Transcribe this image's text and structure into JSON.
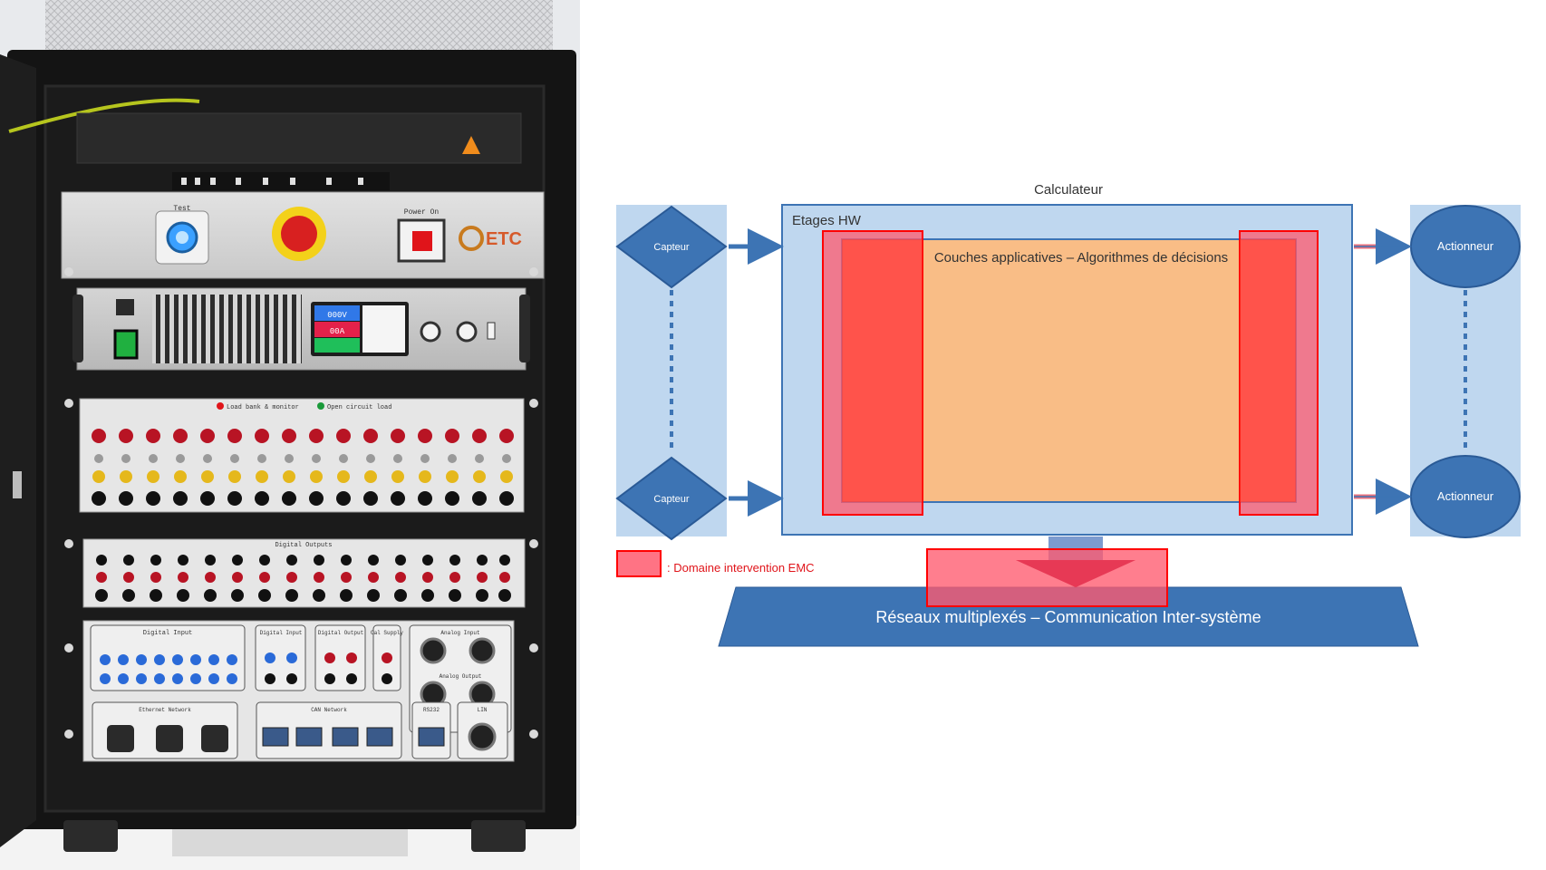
{
  "photo": {
    "panel_labels": {
      "test": "Test",
      "power": "Power On",
      "logo": "ETC",
      "psu_display_voltage": "000V",
      "psu_display_current": "00A",
      "load_bank_legend_red": "Load bank & monitor",
      "load_bank_legend_green": "Open circuit load",
      "digital_outputs": "Digital Outputs",
      "digital_input": "Digital Input",
      "digital_input_2": "Digital Input",
      "digital_output": "Digital Output",
      "cal_supply": "Cal Supply",
      "analog_input": "Analog Input",
      "analog_output": "Analog Output",
      "ethernet_network": "Ethernet Network",
      "can_network": "CAN Network",
      "rs232": "RS232",
      "lin": "LIN"
    }
  },
  "diagram": {
    "calculateur": "Calculateur",
    "etages_hw": "Etages HW",
    "couches": "Couches applicatives – Algorithmes de décisions",
    "capteur_top": "Capteur",
    "capteur_bottom": "Capteur",
    "actionneur_top": "Actionneur",
    "actionneur_bottom": "Actionneur",
    "legend": ": Domaine intervention EMC",
    "reseaux": "Réseaux multiplexés – Communication Inter-système",
    "colors": {
      "blue_dark": "#3d74b4",
      "blue_light": "#bfd7ef",
      "orange": "#f9bd86",
      "red": "#ff0000",
      "red_fill": "#ff5a6e"
    }
  }
}
